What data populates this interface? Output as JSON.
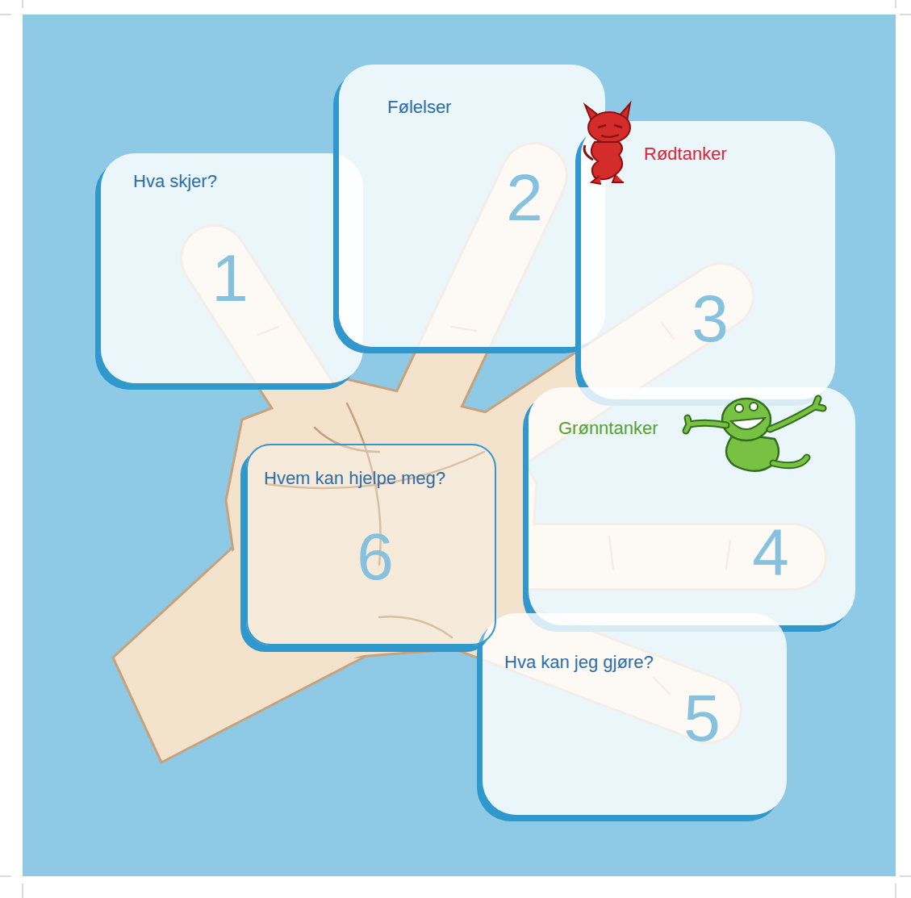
{
  "diagram": {
    "nodes": [
      {
        "text": [
          "Hva skjer?"
        ]
      },
      {
        "text": [
          "Følelser"
        ]
      },
      {
        "text": [
          "Rødtanker"
        ]
      },
      {
        "text": [
          "Grønntanker"
        ]
      },
      {
        "text": [
          "Hva kan jeg gjøre?"
        ]
      },
      {
        "text": [
          "Hvem kan hjelpe meg?"
        ]
      }
    ],
    "labels": [
      "1",
      "2",
      "3",
      "4",
      "5",
      "6"
    ]
  }
}
